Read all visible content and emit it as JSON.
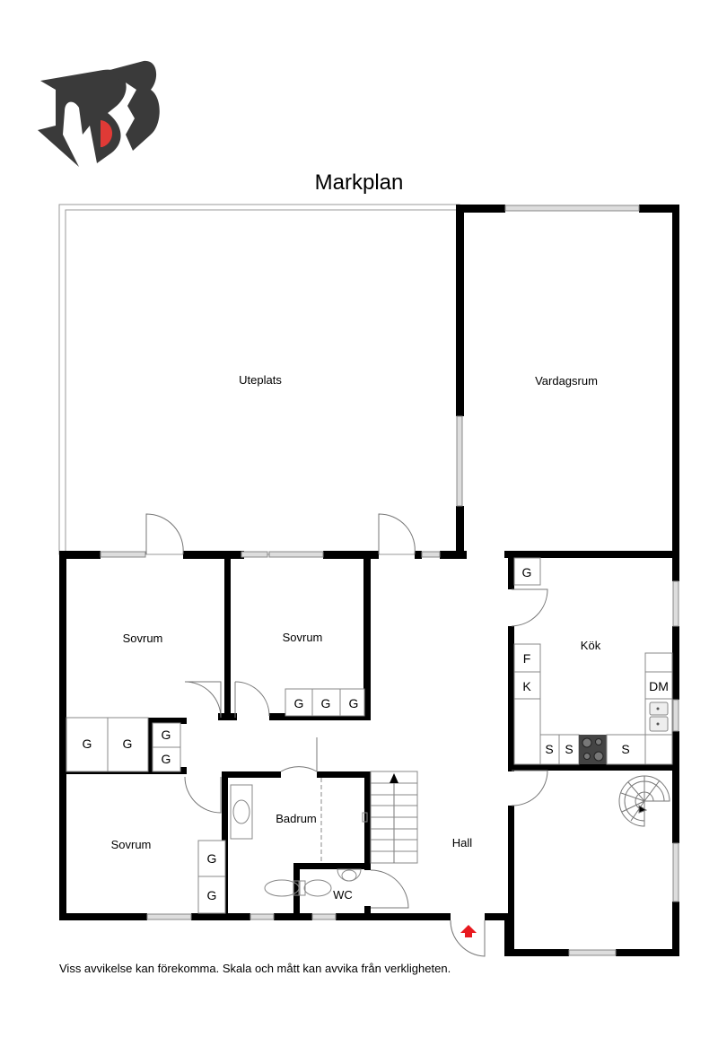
{
  "logo": {
    "name": "RB logo",
    "colors": {
      "dark": "#3a3a3a",
      "accent": "#e03a36"
    }
  },
  "title": "Markplan",
  "rooms": {
    "uteplats": "Uteplats",
    "vardagsrum": "Vardagsrum",
    "sovrum_1": "Sovrum",
    "sovrum_2": "Sovrum",
    "sovrum_3": "Sovrum",
    "kok": "Kök",
    "badrum": "Badrum",
    "wc": "WC",
    "hall": "Hall"
  },
  "fixtures": {
    "wardrobe": "G",
    "fridge": "F",
    "freezer": "K",
    "dishwasher": "DM",
    "cabinet": "S"
  },
  "entrance_arrow_color": "#e8191f",
  "footer": "Viss avvikelse kan förekomma. Skala och mått kan avvika från verkligheten."
}
